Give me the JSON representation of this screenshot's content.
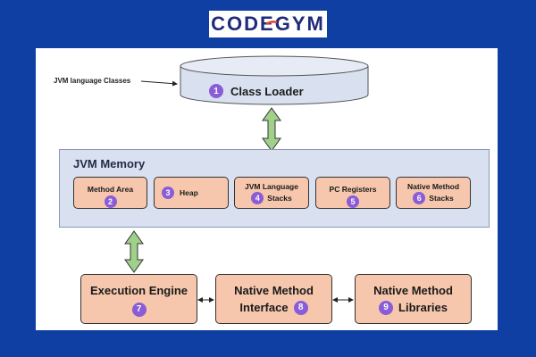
{
  "logo": {
    "text": "CODEGYM"
  },
  "diagram": {
    "input_label": "JVM language Classes",
    "class_loader": {
      "label": "Class Loader",
      "num": "1"
    },
    "memory": {
      "title": "JVM Memory",
      "areas": [
        {
          "line1": "Method Area",
          "line2": "",
          "num": "2"
        },
        {
          "line1": "Heap",
          "line2": "",
          "num": "3"
        },
        {
          "line1": "JVM Language",
          "line2": "Stacks",
          "num": "4"
        },
        {
          "line1": "PC Registers",
          "line2": "",
          "num": "5"
        },
        {
          "line1": "Native Method",
          "line2": "Stacks",
          "num": "6"
        }
      ]
    },
    "bottom": [
      {
        "line1": "Execution Engine",
        "line2": "",
        "num": "7"
      },
      {
        "line1": "Native Method",
        "line2": "Interface",
        "num": "8"
      },
      {
        "line1": "Native Method",
        "line2": "Libraries",
        "num": "9"
      }
    ]
  },
  "colors": {
    "frame": "#0f3fa3",
    "box_fill": "#f6c7ad",
    "memory_fill": "#d9e1f0",
    "arrow_fill": "#9fd18a",
    "badge": "#8a5cd6"
  }
}
